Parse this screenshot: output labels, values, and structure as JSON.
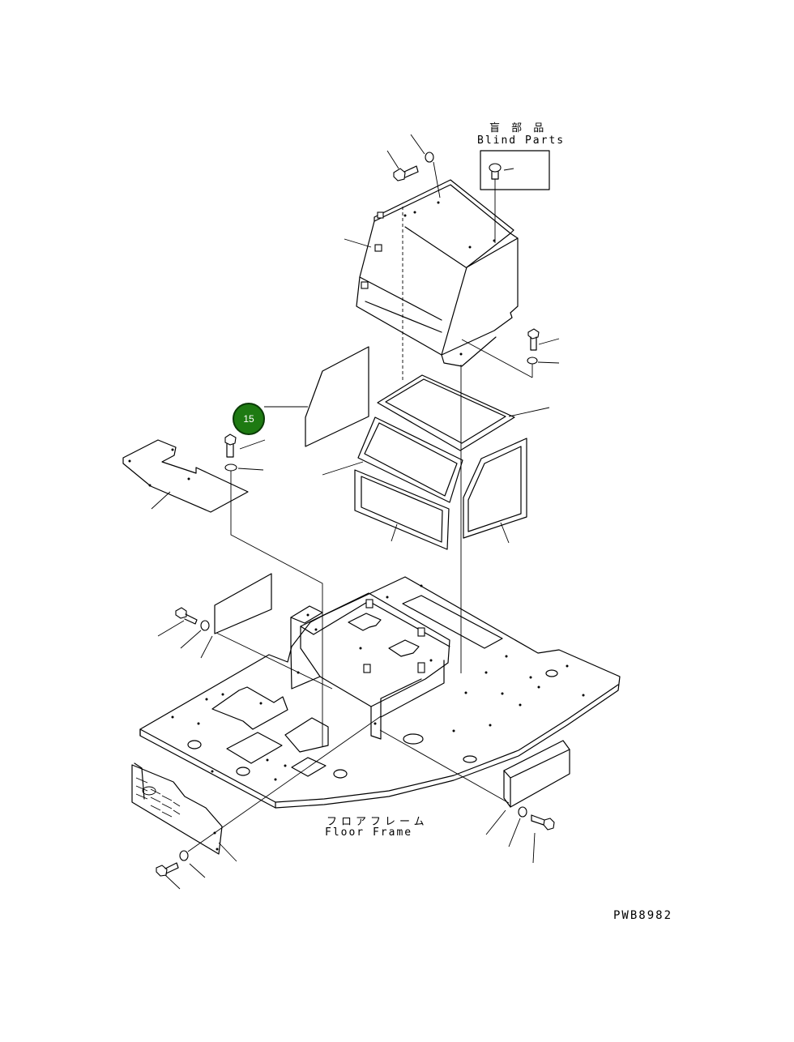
{
  "labels": {
    "blind_parts_jp": "盲 部 品",
    "blind_parts_en": "Blind Parts",
    "floor_frame_jp": "フロアフレーム",
    "floor_frame_en": "Floor Frame",
    "drawing_code": "PWB8982"
  },
  "callout": {
    "number": "15",
    "color": "#1e7a12"
  },
  "icons": [
    "bolt-icon",
    "washer-icon"
  ]
}
